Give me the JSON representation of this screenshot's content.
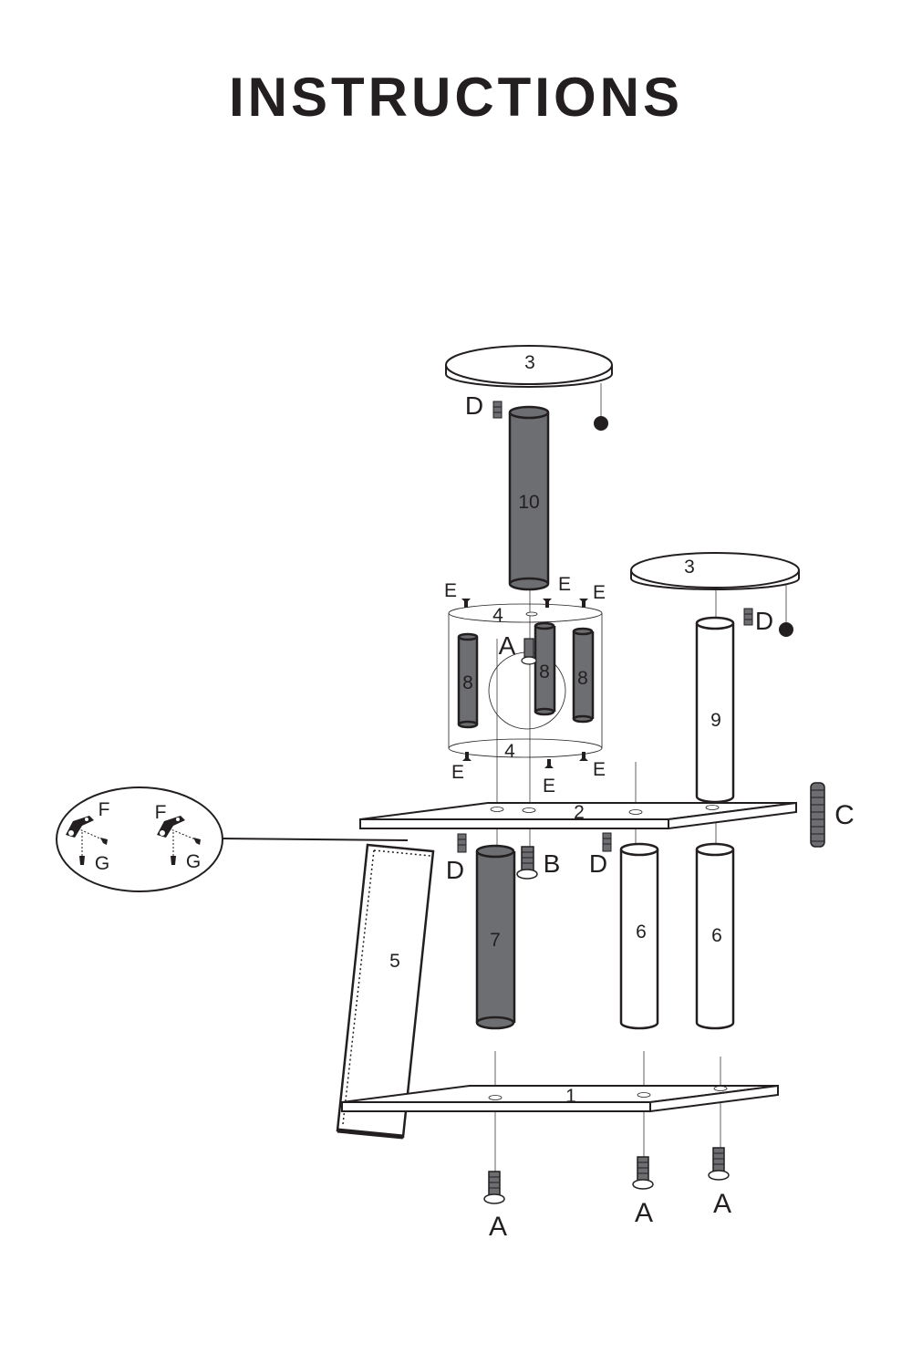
{
  "title": "INSTRUCTIONS",
  "parts": {
    "base_board": "1",
    "middle_board": "2",
    "top_platform_upper": "3",
    "top_platform_right": "3",
    "cube_top": "4",
    "cube_bottom": "4",
    "ramp": "5",
    "post_6_left": "6",
    "post_6_right": "6",
    "post_7": "7",
    "post_8_left": "8",
    "post_8_middle": "8",
    "post_8_right": "8",
    "post_9": "9",
    "post_10": "10"
  },
  "hardware": {
    "A_base_left": "A",
    "A_base_mid": "A",
    "A_base_right": "A",
    "A_cube": "A",
    "B": "B",
    "C": "C",
    "D_top": "D",
    "D_right": "D",
    "D_mid_left": "D",
    "D_mid_right": "D",
    "E_top_left": "E",
    "E_top_mid": "E",
    "E_top_right": "E",
    "E_bot_left": "E",
    "E_bot_mid": "E",
    "E_bot_right": "E",
    "F_left": "F",
    "F_right": "F",
    "G_left": "G",
    "G_right": "G"
  }
}
